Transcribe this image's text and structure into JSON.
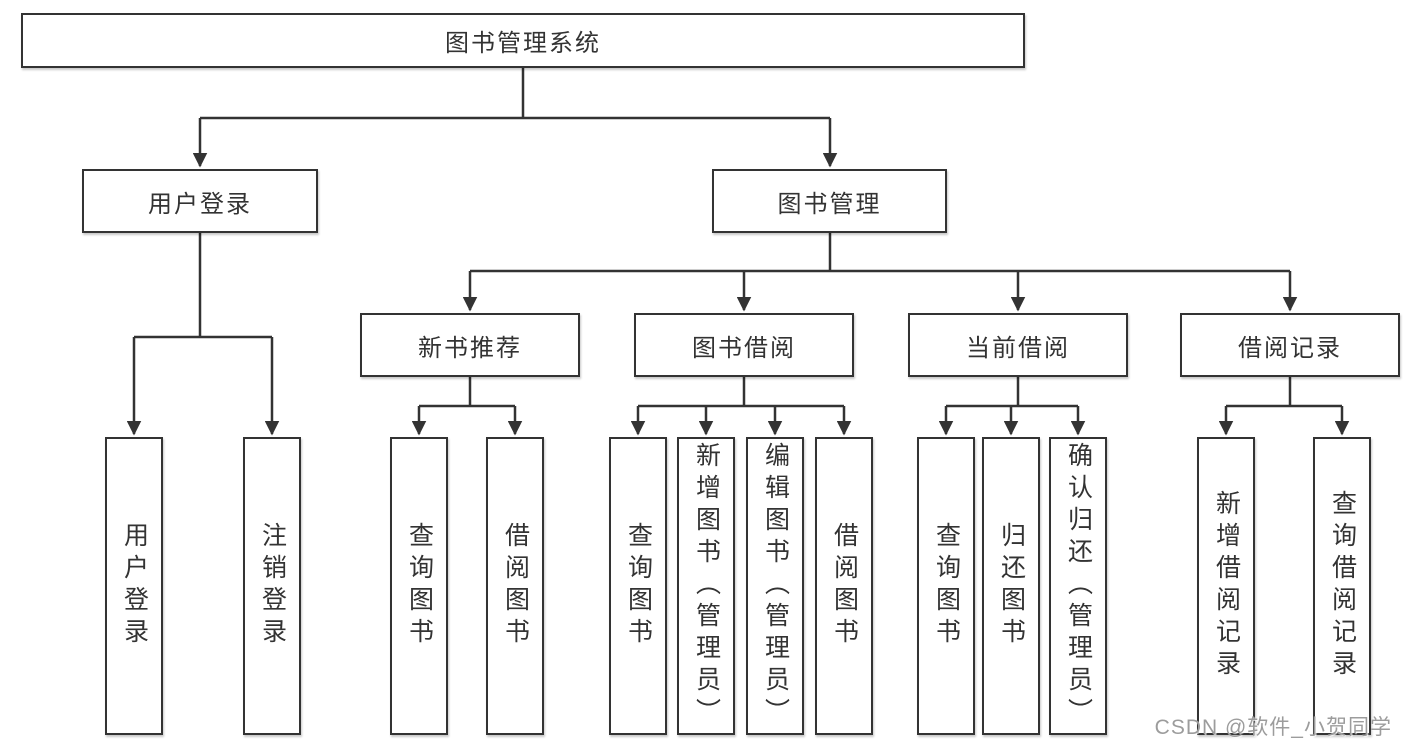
{
  "diagram": {
    "root": {
      "label": "图书管理系统"
    },
    "userLogin": {
      "label": "用户登录",
      "children": [
        {
          "label": "用户登录"
        },
        {
          "label": "注销登录"
        }
      ]
    },
    "bookManagement": {
      "label": "图书管理",
      "children": [
        {
          "label": "新书推荐",
          "children": [
            {
              "label": "查询图书"
            },
            {
              "label": "借阅图书"
            }
          ]
        },
        {
          "label": "图书借阅",
          "children": [
            {
              "label": "查询图书"
            },
            {
              "label": "新增图书（管理员）"
            },
            {
              "label": "编辑图书（管理员）"
            },
            {
              "label": "借阅图书"
            }
          ]
        },
        {
          "label": "当前借阅",
          "children": [
            {
              "label": "查询图书"
            },
            {
              "label": "归还图书"
            },
            {
              "label": "确认归还（管理员）"
            }
          ]
        },
        {
          "label": "借阅记录",
          "children": [
            {
              "label": "新增借阅记录"
            },
            {
              "label": "查询借阅记录"
            }
          ]
        }
      ]
    }
  },
  "watermark": {
    "text": "CSDN @软件_小贺同学"
  },
  "colors": {
    "line": "#333333",
    "node_border": "#333333",
    "node_text": "#333333",
    "watermark": "#9c9c9c",
    "background": "#ffffff"
  }
}
